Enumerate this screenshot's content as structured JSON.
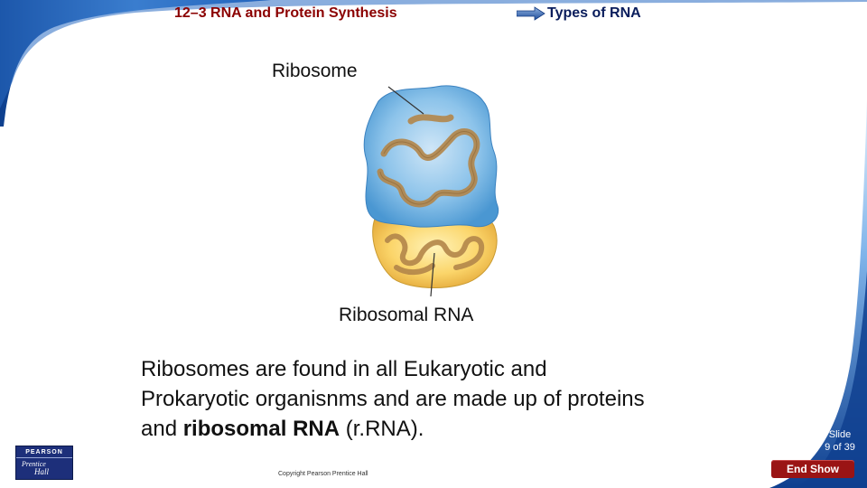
{
  "header": {
    "title": "12–3 RNA and Protein Synthesis",
    "section": "Types of RNA",
    "section_icon": "arrow-right-icon"
  },
  "figure": {
    "label_top": "Ribosome",
    "label_bottom": "Ribosomal RNA"
  },
  "body": {
    "line1": "Ribosomes are found in all Eukaryotic and",
    "line2": "Prokaryotic organisnms and are made up of proteins",
    "line3_pre": "and ",
    "line3_bold": "ribosomal RNA",
    "line3_post": " (r.RNA)."
  },
  "footer": {
    "copyright": "Copyright Pearson Prentice Hall",
    "logo_top": "PEARSON",
    "logo_mid": "Prentice",
    "logo_bottom": "Hall",
    "slide_label": "Slide",
    "slide_count": "9 of 39",
    "end_show": "End Show"
  },
  "colors": {
    "frame_blue": "#1f5fb0",
    "title_red": "#8b0000",
    "end_show_bg": "#9a1414"
  }
}
